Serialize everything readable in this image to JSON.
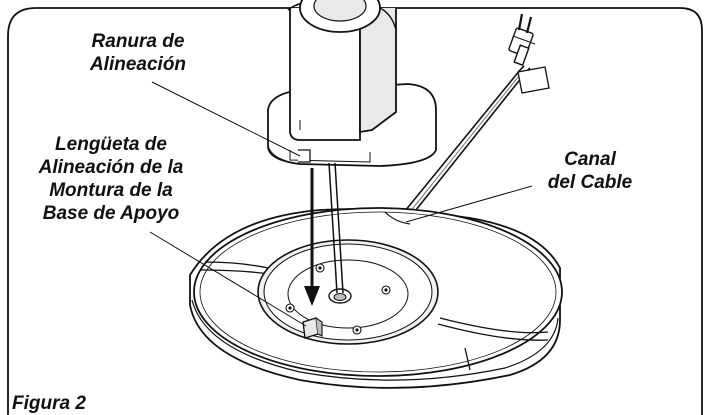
{
  "figure": {
    "caption": "Figura 2",
    "callouts": {
      "alignment_slot": [
        "Ranura de",
        "Alineación"
      ],
      "base_mount_tab": [
        "Lengüeta de",
        "Alineación de la",
        "Montura de la",
        "Base de Apoyo"
      ],
      "cord_channel": [
        "Canal",
        "del Cable"
      ]
    },
    "colors": {
      "line": "#111111",
      "fill": "#ffffff",
      "shade": "#e9e9e9",
      "dark_shade": "#bdbdbd"
    }
  }
}
